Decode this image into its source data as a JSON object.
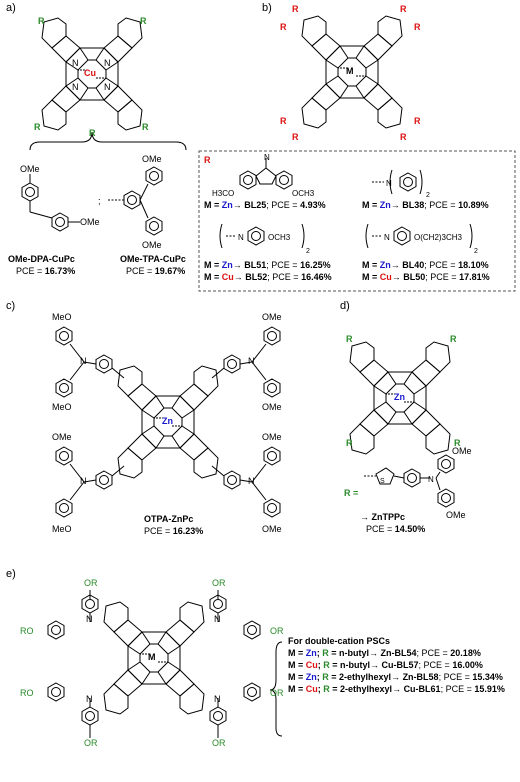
{
  "panels": {
    "a": "a)",
    "b": "b)",
    "c": "c)",
    "d": "d)",
    "e": "e)"
  },
  "atoms": {
    "N": "N",
    "Cu": "Cu",
    "Zn": "Zn",
    "M": "M",
    "R": "R",
    "RO": "RO",
    "OR": "OR",
    "OMe": "OMe",
    "MeO": "MeO"
  },
  "panel_a": {
    "r_label": "R",
    "sep": ";",
    "compounds": [
      {
        "name": "OMe-DPA-CuPc",
        "pce_prefix": "PCE = ",
        "pce": "16.73%"
      },
      {
        "name": "OMe-TPA-CuPc",
        "pce_prefix": "PCE = ",
        "pce": "19.67%"
      }
    ]
  },
  "panel_b": {
    "r_label": "R",
    "labels": {
      "h3co": "H3CO",
      "och3": "OCH3",
      "n": "N",
      "sub2": "2",
      "och2ch2ch3": "O(CH2)3CH3"
    },
    "entries": [
      {
        "m": "M = ",
        "metal": "Zn",
        "arrow": "→ ",
        "code": "BL25",
        "sep": "; PCE = ",
        "pce": "4.93%"
      },
      {
        "m": "M = ",
        "metal": "Zn",
        "arrow": "→ ",
        "code": "BL38",
        "sep": "; PCE = ",
        "pce": "10.89%"
      },
      {
        "m": "M = ",
        "metal": "Zn",
        "arrow": "→ ",
        "code": "BL51",
        "sep": "; PCE = ",
        "pce": "16.25%"
      },
      {
        "m": "M = ",
        "metal": "Cu",
        "arrow": "→ ",
        "code": "BL52",
        "sep": "; PCE = ",
        "pce": "16.46%"
      },
      {
        "m": "M = ",
        "metal": "Zn",
        "arrow": "→ ",
        "code": "BL40",
        "sep": "; PCE = ",
        "pce": "18.10%"
      },
      {
        "m": "M = ",
        "metal": "Cu",
        "arrow": "→ ",
        "code": "BL50",
        "sep": "; PCE = ",
        "pce": "17.81%"
      }
    ]
  },
  "panel_c": {
    "name": "OTPA-ZnPc",
    "pce_prefix": "PCE = ",
    "pce": "16.23%"
  },
  "panel_d": {
    "r_eq": "R =",
    "arrow": "→ ",
    "name": "ZnTPPc",
    "pce_prefix": "PCE = ",
    "pce": "14.50%",
    "s": "S"
  },
  "panel_e": {
    "header": "For double-cation PSCs",
    "entries": [
      {
        "m": "M = ",
        "metal": "Zn",
        "mid": "; ",
        "r": "R",
        "sub": " = n-butyl",
        "arrow": "→ ",
        "code": "Zn-BL54",
        "sep": "; PCE = ",
        "pce": "20.18%"
      },
      {
        "m": "M = ",
        "metal": "Cu",
        "mid": "; ",
        "r": "R",
        "sub": " = n-butyl",
        "arrow": "→ ",
        "code": "Cu-BL57",
        "sep": "; PCE = ",
        "pce": "16.00%"
      },
      {
        "m": "M = ",
        "metal": "Zn",
        "mid": "; ",
        "r": "R",
        "sub": " = 2-ethylhexyl",
        "arrow": "→ ",
        "code": "Zn-BL58",
        "sep": "; PCE = ",
        "pce": "15.34%"
      },
      {
        "m": "M = ",
        "metal": "Cu",
        "mid": "; ",
        "r": "R",
        "sub": " = 2-ethylhexyl",
        "arrow": "→ ",
        "code": "Cu-BL61",
        "sep": "; PCE = ",
        "pce": "15.91%"
      }
    ]
  },
  "colors": {
    "zinc": "#1a1acc",
    "copper": "#d11111",
    "r_group": "#2a8a2a",
    "dashed_box": "#555555"
  }
}
